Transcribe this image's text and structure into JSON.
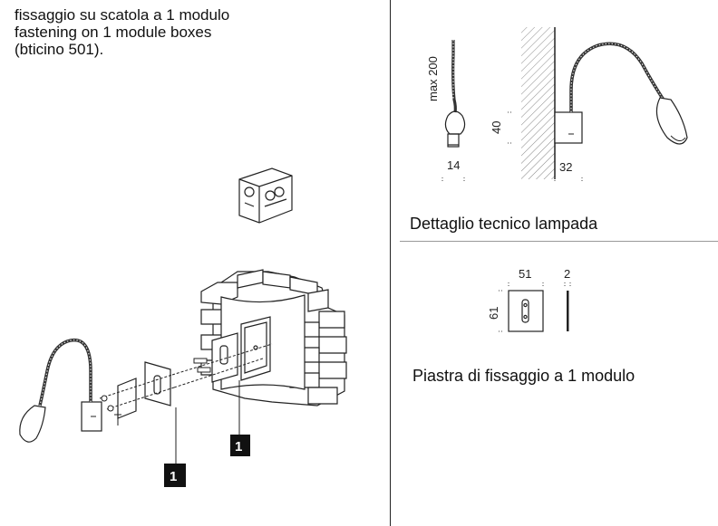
{
  "intro": {
    "line1": "fissaggio su scatola a 1 modulo",
    "line2": "fastening on 1 module boxes",
    "line3": "(bticino 501)."
  },
  "lamp_detail": {
    "caption": "Dettaglio tecnico lampada",
    "dim_max": "max 200",
    "dim_14": "14",
    "dim_40": "40",
    "dim_32": "32"
  },
  "plate_detail": {
    "caption": "Piastra di fissaggio a 1 modulo",
    "dim_51": "51",
    "dim_2": "2",
    "dim_61": "61"
  },
  "callouts": {
    "label_a": "1",
    "label_b": "1"
  }
}
